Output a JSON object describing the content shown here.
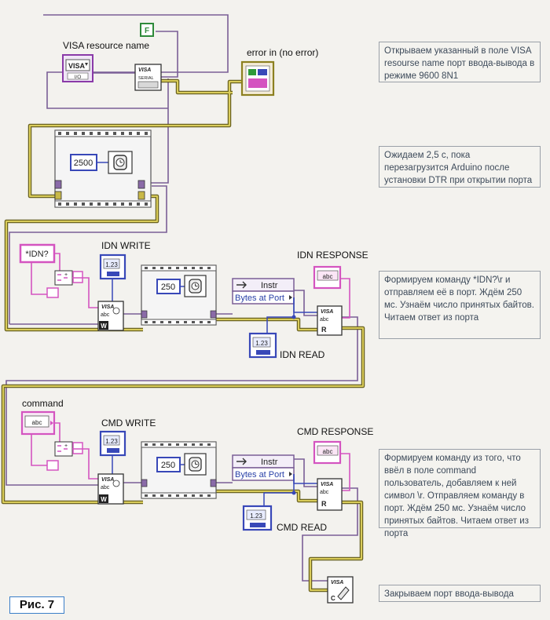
{
  "labels": {
    "visa_resource": "VISA resource name",
    "error_in": "error in (no error)",
    "idn_write": "IDN WRITE",
    "idn_response": "IDN RESPONSE",
    "idn_read": "IDN READ",
    "command": "command",
    "cmd_write": "CMD WRITE",
    "cmd_response": "CMD RESPONSE",
    "cmd_read": "CMD READ"
  },
  "constants": {
    "wait_boot": "2500",
    "wait_idn": "250",
    "wait_cmd": "250",
    "idn_string": "*IDN?",
    "bool_false": "F"
  },
  "nodes": {
    "visa_ctrl": "VISA",
    "visa_serial": "VISA",
    "visa_serial_sub": "SERIAL",
    "property_node": "Instr",
    "property_item": "Bytes at Port",
    "abc": "abc",
    "num": "1.23",
    "visa_close": "VISA",
    "write_letter": "W",
    "read_letter": "R",
    "close_letter": "C"
  },
  "notes": [
    "Открываем указанный в поле VISA  resourse name порт ввода-вывода в режиме 9600 8N1",
    "Ожидаем 2,5 с, пока перезагрузится Arduino после установки DTR при открытии порта",
    "Формируем команду *IDN?\\r и отправляем её в порт. Ждём 250 мс. Узнаём число принятых байтов. Читаем ответ из порта",
    "Формируем команду из того, что ввёл  в поле command пользователь, добавляем к ней символ \\r. Отправляем команду в порт. Ждём 250 мс. Узнаём число принятых байтов. Читаем ответ из порта",
    "Закрываем порт ввода-вывода"
  ],
  "figure_label": "Рис. 7",
  "colors": {
    "visa_wire": "#7a5e96",
    "error_wire": "#c8b848",
    "string_wire": "#d454c0",
    "number_wire": "#3848b8",
    "notes_border": "#9aa0a8",
    "figure_border": "#3a7ec8"
  }
}
